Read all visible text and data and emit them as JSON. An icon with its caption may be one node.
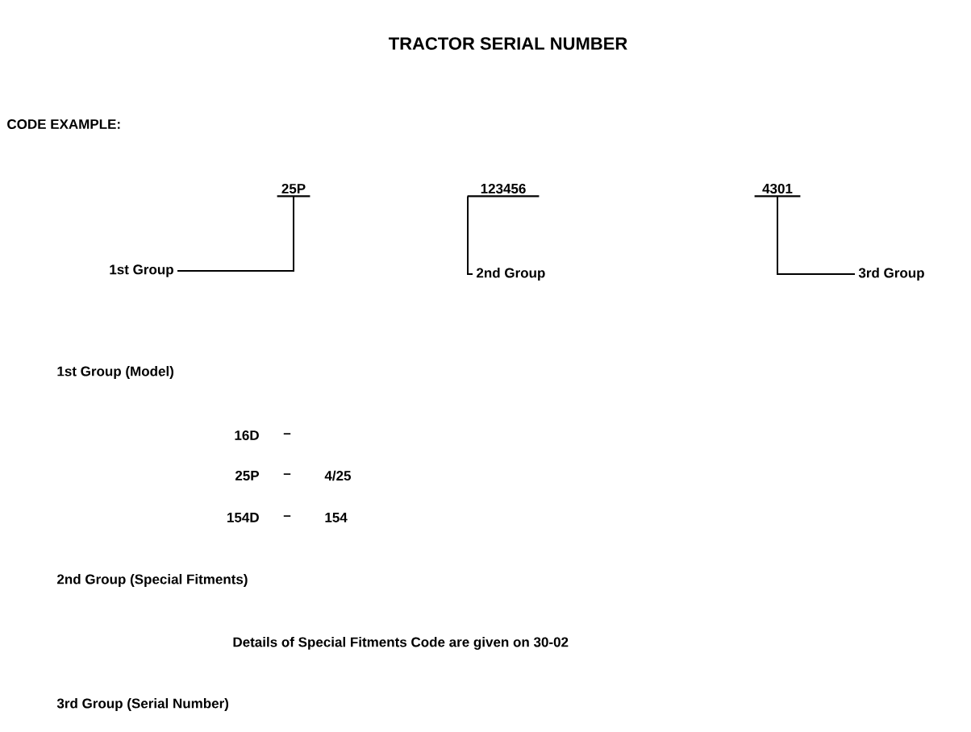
{
  "diagram": {
    "title": "TRACTOR SERIAL NUMBER",
    "nodes": [
      {
        "text": [
          "25P"
        ]
      },
      {
        "text": [
          "123456"
        ]
      },
      {
        "text": [
          "4301"
        ]
      },
      {
        "text": [
          "1st Group"
        ]
      },
      {
        "text": [
          "2nd Group"
        ]
      },
      {
        "text": [
          "3rd Group"
        ]
      }
    ],
    "edges": [
      {
        "from": 3,
        "to": 0,
        "arrow": "none"
      },
      {
        "from": 4,
        "to": 1,
        "arrow": "none"
      },
      {
        "from": 5,
        "to": 2,
        "arrow": "none"
      }
    ],
    "labels": [
      "CODE EXAMPLE:",
      "1st Group (Model)",
      "16D",
      "–",
      "25P",
      "–",
      "4/25",
      "154D",
      "–",
      "154",
      "2nd Group (Special Fitments)",
      "Details of Special Fitments Code are given on 30-02",
      "3rd Group (Serial Number)"
    ]
  }
}
